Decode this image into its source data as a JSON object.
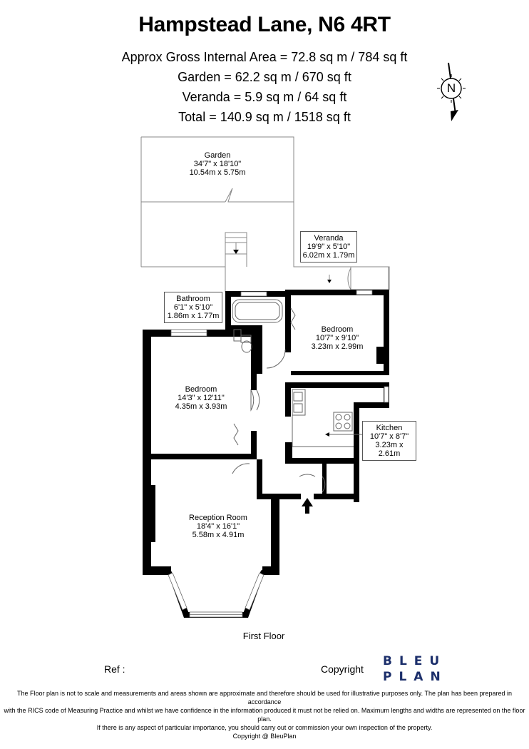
{
  "header": {
    "title": "Hampstead Lane, N6 4RT",
    "areas": [
      "Approx Gross Internal Area = 72.8 sq m / 784 sq ft",
      "Garden = 62.2 sq m / 670 sq ft",
      "Veranda = 5.9 sq m / 64 sq ft",
      "Total = 140.9 sq m / 1518 sq ft"
    ]
  },
  "compass": {
    "letter": "N",
    "icon": "north-arrow-icon"
  },
  "rooms": {
    "garden": {
      "name": "Garden",
      "dim_imperial": "34'7\" x 18'10\"",
      "dim_metric": "10.54m x 5.75m"
    },
    "veranda": {
      "name": "Veranda",
      "dim_imperial": "19'9\" x 5'10\"",
      "dim_metric": "6.02m x 1.79m"
    },
    "bathroom": {
      "name": "Bathroom",
      "dim_imperial": "6'1\" x 5'10\"",
      "dim_metric": "1.86m x 1.77m"
    },
    "bedroom2": {
      "name": "Bedroom",
      "dim_imperial": "10'7\" x 9'10\"",
      "dim_metric": "3.23m x 2.99m"
    },
    "bedroom1": {
      "name": "Bedroom",
      "dim_imperial": "14'3\" x 12'11\"",
      "dim_metric": "4.35m x 3.93m"
    },
    "kitchen": {
      "name": "Kitchen",
      "dim_imperial": "10'7\" x 8'7\"",
      "dim_metric": "3.23m x 2.61m"
    },
    "reception": {
      "name": "Reception Room",
      "dim_imperial": "18'4\" x 16'1\"",
      "dim_metric": "5.58m x 4.91m"
    }
  },
  "floor_label": "First Floor",
  "footer": {
    "ref_label": "Ref  :",
    "copyright_label": "Copyright",
    "logo_line1": "BLEU",
    "logo_line2": "PLAN",
    "disclaimer": [
      "The Floor plan is not to scale and measurements and areas shown are approximate and therefore should be used for illustrative purposes only. The plan has been prepared in accordance",
      "with the RICS code of Measuring Practice and whilst we have confidence in the information produced it must not be relied on. Maximum lengths and widths are represented on the floor plan.",
      "If there is any aspect of particular importance, you should carry out or commission your own inspection of the property.",
      "Copyright @ BleuPlan"
    ]
  },
  "colors": {
    "wall": "#000000",
    "outline": "#888888",
    "logo": "#1c2f6b"
  }
}
